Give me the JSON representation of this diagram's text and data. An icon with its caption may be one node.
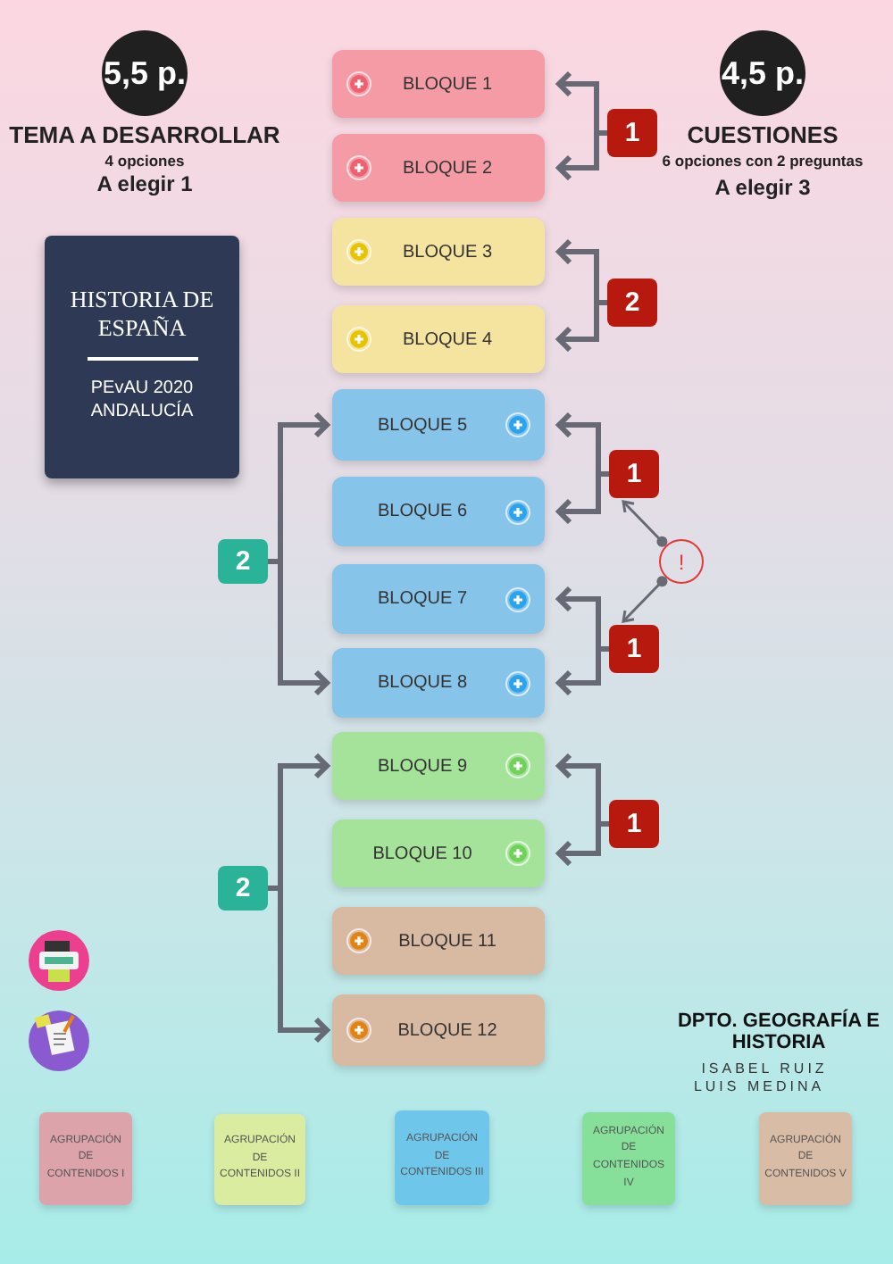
{
  "diagram": {
    "nodes": [
      {
        "text": [
          "5,5 p."
        ]
      },
      {
        "text": [
          "4,5 p."
        ]
      },
      {
        "text": [
          "HISTORIA DE ESPAÑA",
          "PEvAU 2020 ANDALUCÍA"
        ]
      },
      {
        "text": [
          "BLOQUE 1"
        ]
      },
      {
        "text": [
          "BLOQUE 2"
        ]
      },
      {
        "text": [
          "BLOQUE 3"
        ]
      },
      {
        "text": [
          "BLOQUE 4"
        ]
      },
      {
        "text": [
          "BLOQUE 5"
        ]
      },
      {
        "text": [
          "BLOQUE 6"
        ]
      },
      {
        "text": [
          "BLOQUE 7"
        ]
      },
      {
        "text": [
          "BLOQUE 8"
        ]
      },
      {
        "text": [
          "BLOQUE 9"
        ]
      },
      {
        "text": [
          "BLOQUE 10"
        ]
      },
      {
        "text": [
          "BLOQUE 11"
        ]
      },
      {
        "text": [
          "BLOQUE 12"
        ]
      },
      {
        "text": [
          "1"
        ]
      },
      {
        "text": [
          "2"
        ]
      },
      {
        "text": [
          "1"
        ]
      },
      {
        "text": [
          "!"
        ]
      },
      {
        "text": [
          "1"
        ]
      },
      {
        "text": [
          "1"
        ]
      },
      {
        "text": [
          "2"
        ]
      },
      {
        "text": [
          "2"
        ]
      },
      {
        "text": [
          "AGRUPACIÓN DE CONTENIDOS I"
        ]
      },
      {
        "text": [
          "AGRUPACIÓN DE CONTENIDOS II"
        ]
      },
      {
        "text": [
          "AGRUPACIÓN DE CONTENIDOS III"
        ]
      },
      {
        "text": [
          "AGRUPACIÓN DE CONTENIDOS IV"
        ]
      },
      {
        "text": [
          "AGRUPACIÓN DE CONTENIDOS V"
        ]
      }
    ],
    "edges": [
      {
        "from": 15,
        "to": 3,
        "arrow": "to"
      },
      {
        "from": 15,
        "to": 4,
        "arrow": "to"
      },
      {
        "from": 16,
        "to": 5,
        "arrow": "to"
      },
      {
        "from": 16,
        "to": 6,
        "arrow": "to"
      },
      {
        "from": 17,
        "to": 7,
        "arrow": "to"
      },
      {
        "from": 17,
        "to": 8,
        "arrow": "to"
      },
      {
        "from": 19,
        "to": 9,
        "arrow": "to"
      },
      {
        "from": 19,
        "to": 10,
        "arrow": "to"
      },
      {
        "from": 20,
        "to": 11,
        "arrow": "to"
      },
      {
        "from": 20,
        "to": 12,
        "arrow": "to"
      },
      {
        "from": 21,
        "to": 7,
        "arrow": "to"
      },
      {
        "from": 21,
        "to": 10,
        "arrow": "to"
      },
      {
        "from": 22,
        "to": 11,
        "arrow": "to"
      },
      {
        "from": 22,
        "to": 14,
        "arrow": "to"
      },
      {
        "from": 18,
        "to": 17,
        "arrow": "to"
      },
      {
        "from": 18,
        "to": 19,
        "arrow": "to"
      }
    ],
    "labels": [
      "TEMA A DESARROLLAR",
      "4 opciones",
      "A elegir 1",
      "CUESTIONES",
      "6 opciones con 2 preguntas",
      "A elegir 3",
      "DPTO. GEOGRAFÍA E HISTORIA",
      "ISABEL RUIZ",
      "LUIS MEDINA"
    ]
  }
}
